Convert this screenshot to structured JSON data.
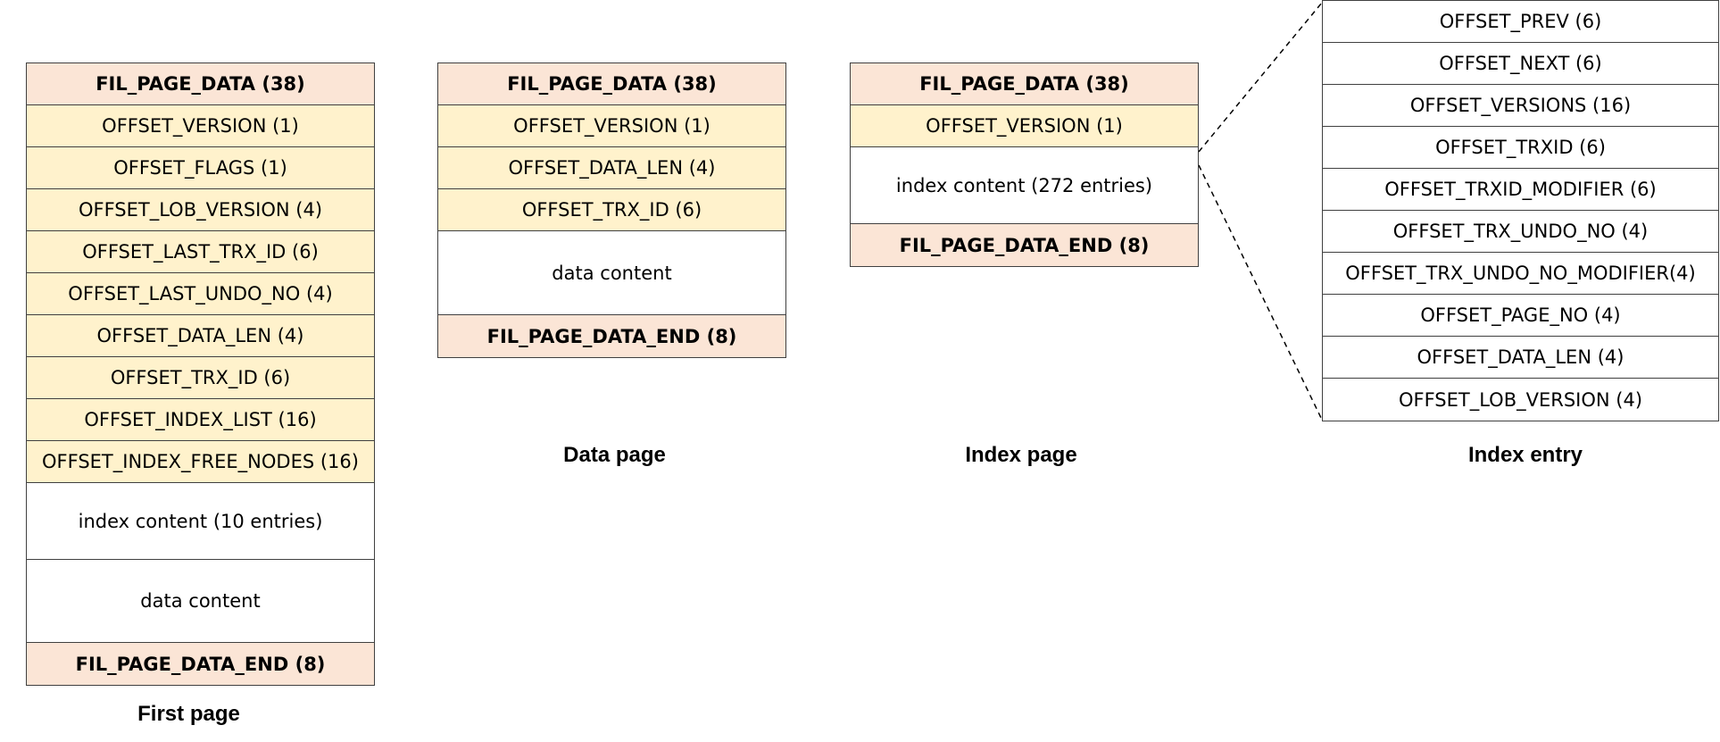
{
  "first_page": {
    "caption": "First page",
    "rows": [
      {
        "label": "FIL_PAGE_DATA (38)",
        "kind": "hdr"
      },
      {
        "label": "OFFSET_VERSION (1)",
        "kind": "fld"
      },
      {
        "label": "OFFSET_FLAGS (1)",
        "kind": "fld"
      },
      {
        "label": "OFFSET_LOB_VERSION (4)",
        "kind": "fld"
      },
      {
        "label": "OFFSET_LAST_TRX_ID (6)",
        "kind": "fld"
      },
      {
        "label": "OFFSET_LAST_UNDO_NO (4)",
        "kind": "fld"
      },
      {
        "label": "OFFSET_DATA_LEN (4)",
        "kind": "fld"
      },
      {
        "label": "OFFSET_TRX_ID (6)",
        "kind": "fld"
      },
      {
        "label": "OFFSET_INDEX_LIST (16)",
        "kind": "fld"
      },
      {
        "label": "OFFSET_INDEX_FREE_NODES (16)",
        "kind": "fld"
      },
      {
        "label": "index content (10 entries)",
        "kind": "cnt",
        "tall": true
      },
      {
        "label": "data content",
        "kind": "cnt",
        "tall": true
      },
      {
        "label": "FIL_PAGE_DATA_END (8)",
        "kind": "hdr"
      }
    ]
  },
  "data_page": {
    "caption": "Data page",
    "rows": [
      {
        "label": "FIL_PAGE_DATA (38)",
        "kind": "hdr"
      },
      {
        "label": "OFFSET_VERSION (1)",
        "kind": "fld"
      },
      {
        "label": "OFFSET_DATA_LEN (4)",
        "kind": "fld"
      },
      {
        "label": "OFFSET_TRX_ID (6)",
        "kind": "fld"
      },
      {
        "label": "data content",
        "kind": "cnt",
        "tall": true
      },
      {
        "label": "FIL_PAGE_DATA_END (8)",
        "kind": "hdr"
      }
    ]
  },
  "index_page": {
    "caption": "Index page",
    "rows": [
      {
        "label": "FIL_PAGE_DATA (38)",
        "kind": "hdr"
      },
      {
        "label": "OFFSET_VERSION (1)",
        "kind": "fld"
      },
      {
        "label": "index content (272 entries)",
        "kind": "cnt",
        "tall": true
      },
      {
        "label": "FIL_PAGE_DATA_END (8)",
        "kind": "hdr"
      }
    ]
  },
  "index_entry": {
    "caption": "Index entry",
    "rows": [
      {
        "label": "OFFSET_PREV (6)",
        "kind": "ent"
      },
      {
        "label": "OFFSET_NEXT (6)",
        "kind": "ent"
      },
      {
        "label": "OFFSET_VERSIONS (16)",
        "kind": "ent"
      },
      {
        "label": "OFFSET_TRXID (6)",
        "kind": "ent"
      },
      {
        "label": "OFFSET_TRXID_MODIFIER (6)",
        "kind": "ent"
      },
      {
        "label": "OFFSET_TRX_UNDO_NO (4)",
        "kind": "ent"
      },
      {
        "label": "OFFSET_TRX_UNDO_NO_MODIFIER(4)",
        "kind": "ent"
      },
      {
        "label": "OFFSET_PAGE_NO (4)",
        "kind": "ent"
      },
      {
        "label": "OFFSET_DATA_LEN (4)",
        "kind": "ent"
      },
      {
        "label": "OFFSET_LOB_VERSION (4)",
        "kind": "ent"
      }
    ]
  },
  "colors": {
    "header_fill": "#fbe5d6",
    "field_fill": "#fff2cc",
    "content_fill": "#ffffff",
    "border": "#404040"
  }
}
